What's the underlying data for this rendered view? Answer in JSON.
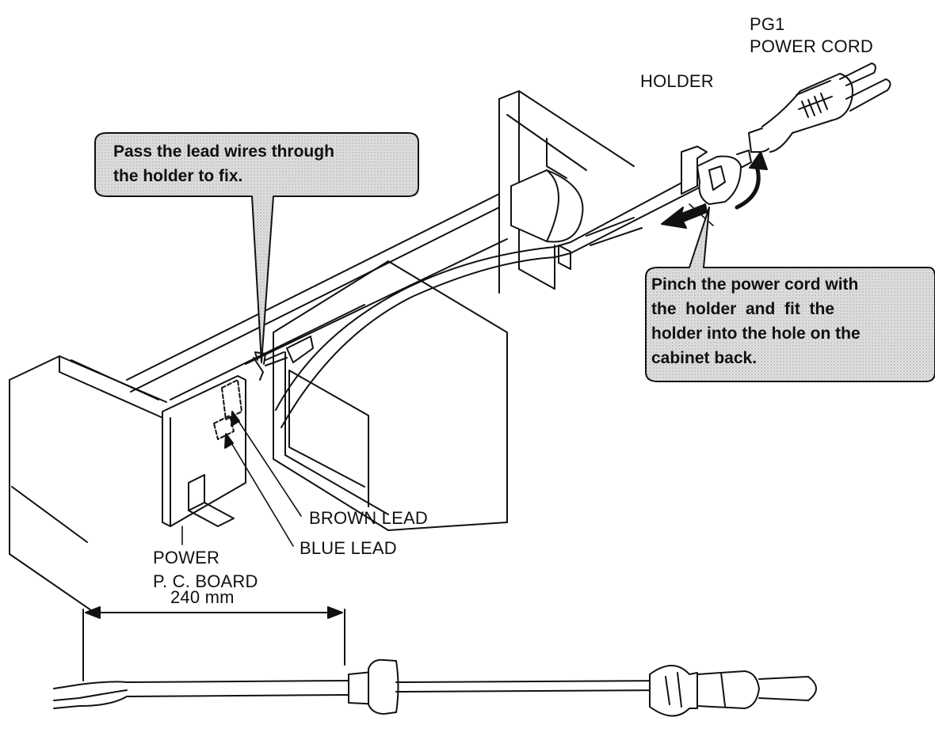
{
  "labels": {
    "pg1": "PG1",
    "power_cord": "POWER CORD",
    "holder": "HOLDER",
    "brown_lead": "BROWN LEAD",
    "blue_lead": "BLUE LEAD",
    "power": "POWER",
    "pc_board": "P. C. BOARD",
    "dimension": "240 mm"
  },
  "callouts": {
    "left": {
      "line1": "Pass the lead wires through",
      "line2": "the holder to fix."
    },
    "right": {
      "line1": "Pinch the power cord with",
      "line2": "the  holder  and  fit  the",
      "line3": "holder into the hole on the",
      "line4": "cabinet back."
    }
  },
  "colors": {
    "ink": "#111111",
    "callout_fill": "#d4d4d4",
    "background": "#ffffff"
  }
}
